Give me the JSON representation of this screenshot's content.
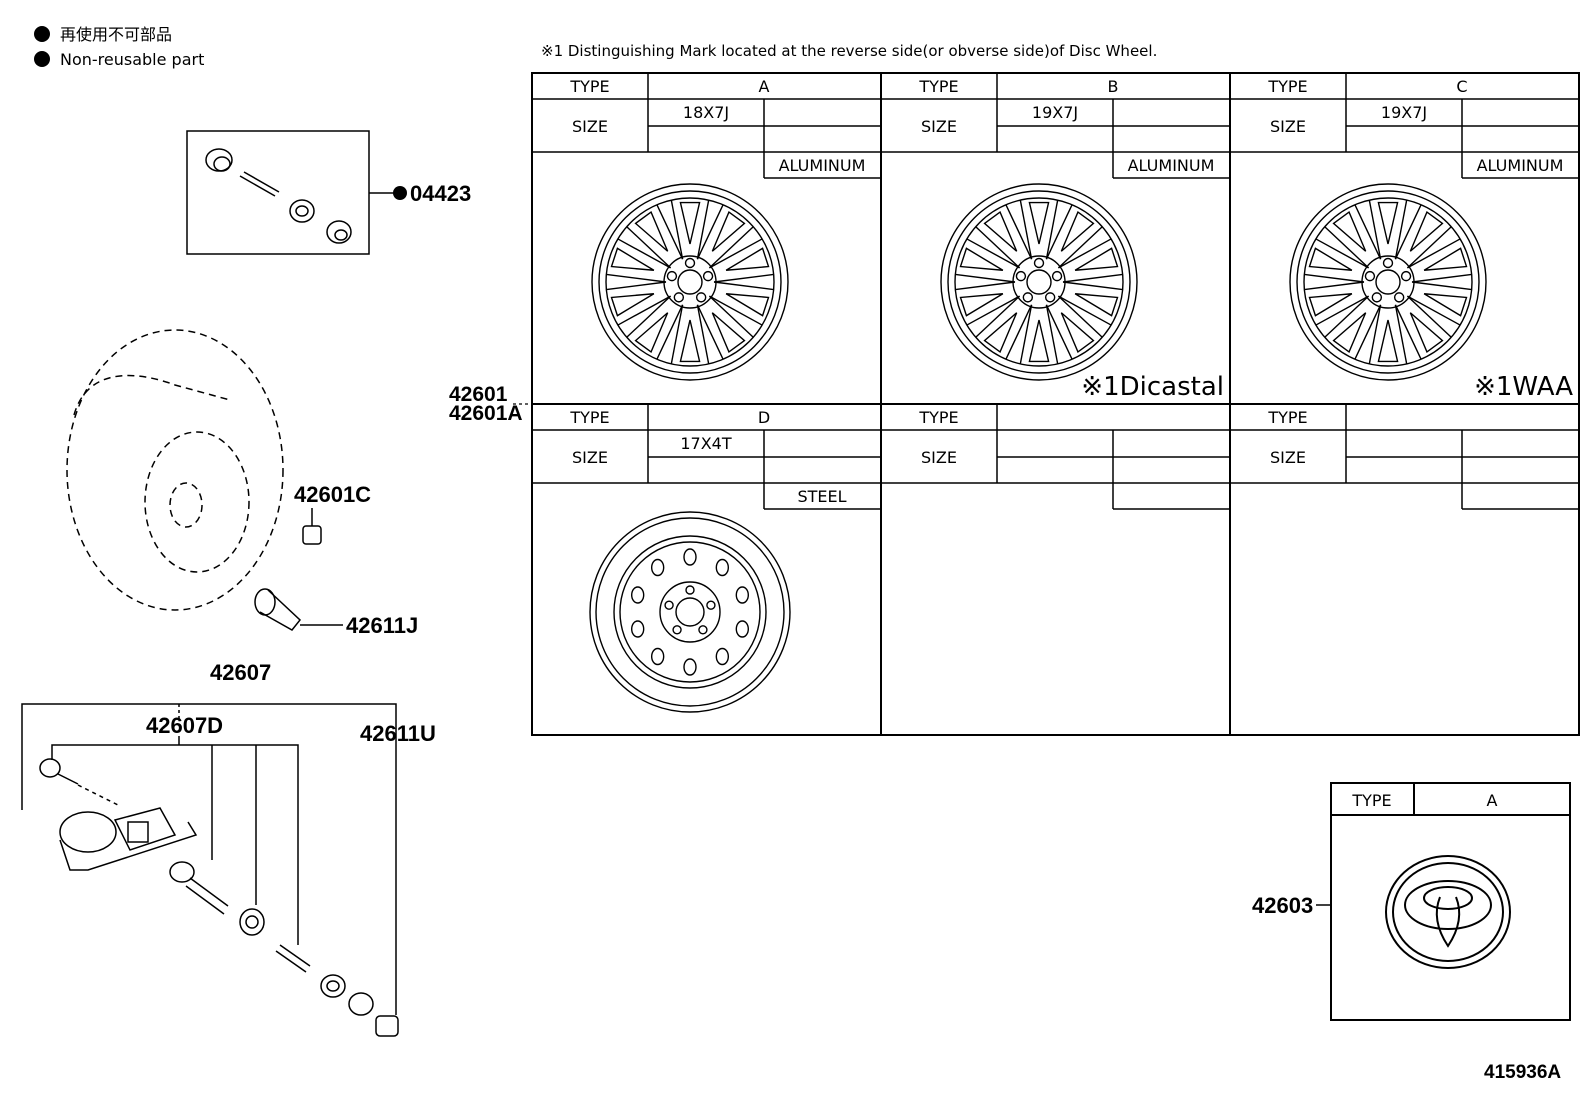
{
  "legend": {
    "japanese": "再使用不可部品",
    "english": "Non-reusable part"
  },
  "note": "※1 Distinguishing Mark located at the reverse side(or obverse side)of Disc Wheel.",
  "table": {
    "type_label": "TYPE",
    "size_label": "SIZE",
    "cells": [
      {
        "type": "A",
        "size": "18X7J",
        "material": "ALUMINUM",
        "mark": ""
      },
      {
        "type": "B",
        "size": "19X7J",
        "material": "ALUMINUM",
        "mark": "※1Dicastal"
      },
      {
        "type": "C",
        "size": "19X7J",
        "material": "ALUMINUM",
        "mark": "※1WAA"
      },
      {
        "type": "D",
        "size": "17X4T",
        "material": "STEEL",
        "mark": ""
      },
      {
        "type": "",
        "size": "",
        "material": "",
        "mark": ""
      },
      {
        "type": "",
        "size": "",
        "material": "",
        "mark": ""
      }
    ]
  },
  "cap_table": {
    "type_label": "TYPE",
    "type": "A"
  },
  "part_numbers": {
    "p04423": "04423",
    "p42601": "42601",
    "p42601A": "42601A",
    "p42601C": "42601C",
    "p42611J": "42611J",
    "p42607": "42607",
    "p42607D": "42607D",
    "p42611U": "42611U",
    "p42603": "42603"
  },
  "illustration_id": "415936A",
  "colors": {
    "line": "#000000",
    "background": "#ffffff"
  }
}
